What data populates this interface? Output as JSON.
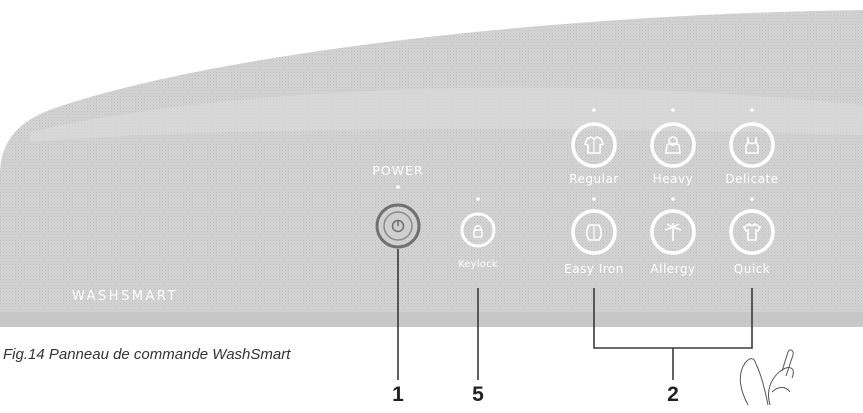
{
  "panel": {
    "brand": "WASHSMART",
    "power_label": "POWER",
    "keylock_label": "Keylock",
    "programs": [
      {
        "label": "Regular",
        "icon": "shirt-icon"
      },
      {
        "label": "Heavy",
        "icon": "jacket-icon"
      },
      {
        "label": "Delicate",
        "icon": "camisole-icon"
      },
      {
        "label": "Easy Iron",
        "icon": "easy-iron-icon"
      },
      {
        "label": "Allergy",
        "icon": "palm-tree-icon"
      },
      {
        "label": "Quick",
        "icon": "tshirt-icon"
      }
    ]
  },
  "caption": "Fig.14 Panneau de commande WashSmart",
  "callouts": {
    "power": "1",
    "keylock": "5",
    "programs": "2"
  },
  "colors": {
    "panel": "#cfcfcf",
    "panel_light": "#dcdcdc",
    "ring": "#ffffff",
    "power_ring": "#6e6e6e",
    "callout_line": "#3a3a3a"
  }
}
